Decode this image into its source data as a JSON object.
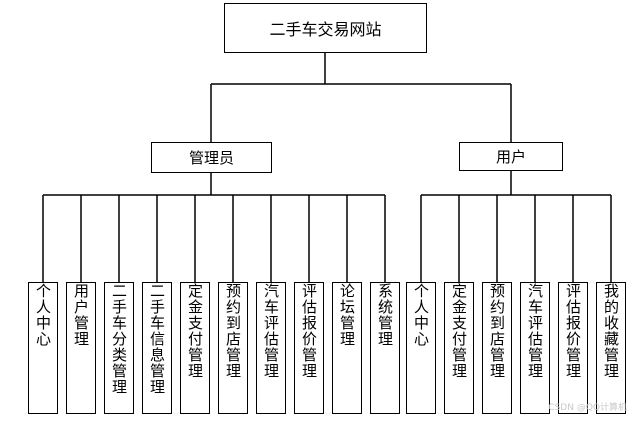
{
  "root": "二手车交易网站",
  "admin": {
    "title": "管理员",
    "modules": [
      "个人中心",
      "用户管理",
      "二手车分类管理",
      "二手车信息管理",
      "定金支付管理",
      "预约到店管理",
      "汽车评估管理",
      "评估报价管理",
      "论坛管理",
      "系统管理"
    ]
  },
  "user": {
    "title": "用户",
    "modules": [
      "个人中心",
      "定金支付管理",
      "预约到店管理",
      "汽车评估管理",
      "评估报价管理",
      "我的收藏管理"
    ]
  },
  "watermark": "CSDN @QQ计算机"
}
